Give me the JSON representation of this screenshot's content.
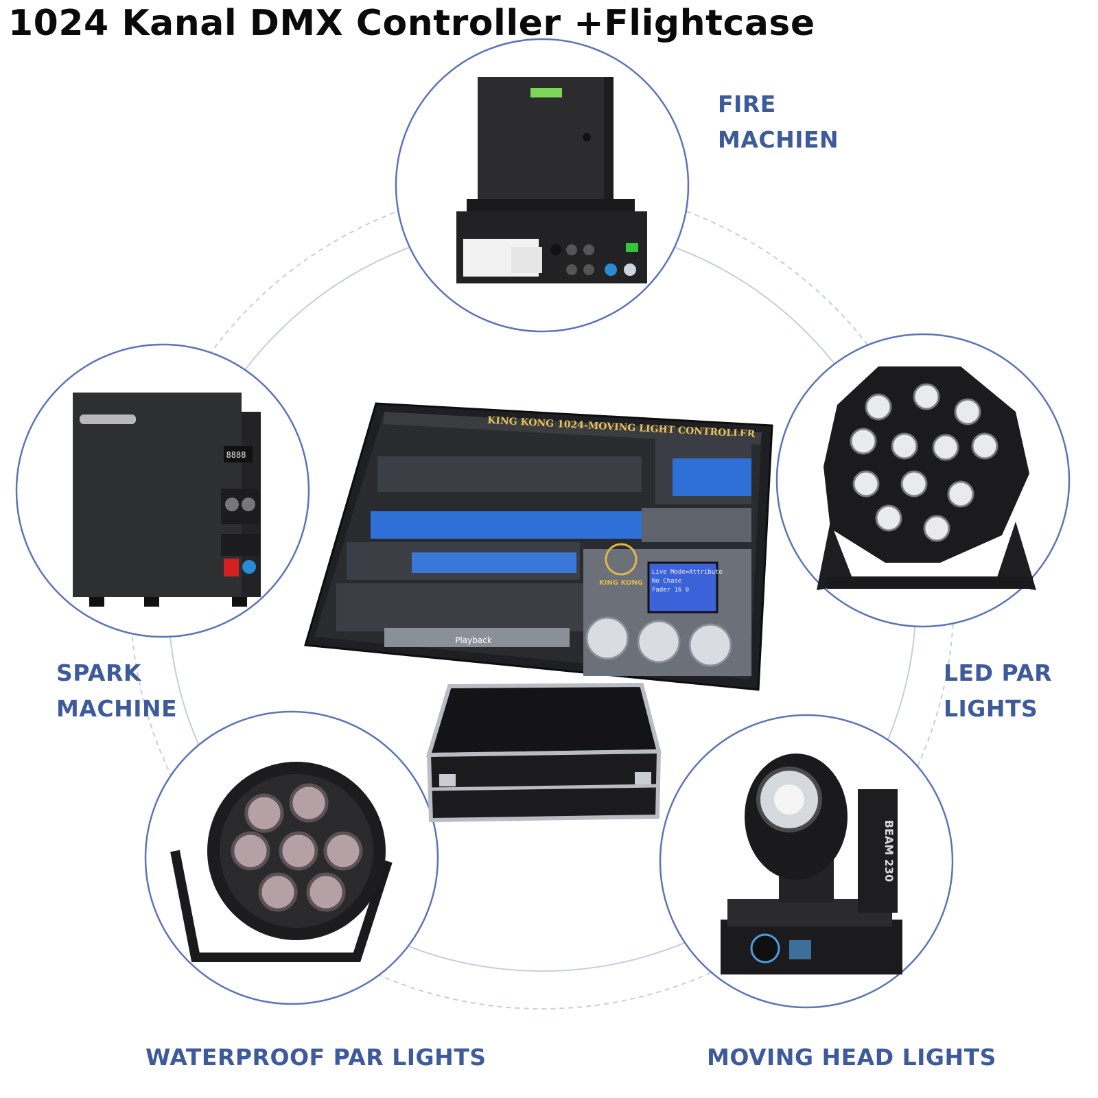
{
  "title": "1024 Kanal DMX Controller +Flightcase",
  "labels": {
    "fire": [
      "FIRE",
      "MACHIEN"
    ],
    "spark": [
      "SPARK",
      "MACHINE"
    ],
    "ledpar": [
      "LED PAR",
      "LIGHTS"
    ],
    "waterproof": "WATERPROOF PAR LIGHTS",
    "moving": "MOVING HEAD LIGHTS"
  },
  "console": {
    "brand": "KING KONG 1024-MOVING LIGHT CONTROLLER",
    "logo": "KING KONG",
    "lcd_lines": [
      "Live Mode=Attribute",
      "No Chase",
      "Fader 16        0"
    ],
    "playback": "Playback"
  },
  "spark_display": "8888",
  "moving_head_text": "BEAM 230",
  "colors": {
    "label": "#3d5a9a",
    "circle_stroke": "#5b74b8",
    "dash_ring": "#c6cde0"
  }
}
